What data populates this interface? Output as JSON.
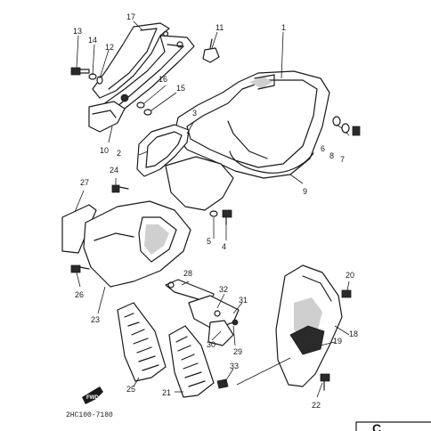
{
  "diagram": {
    "catalog_code": "2HC100-7180",
    "fwd_label": "FWD",
    "corner_mark": "C",
    "callouts": {
      "c1": "1",
      "c2": "2",
      "c3": "3",
      "c4": "4",
      "c5": "5",
      "c6": "6",
      "c7": "7",
      "c8": "8",
      "c9": "9",
      "c10": "10",
      "c11": "11",
      "c12": "12",
      "c13": "13",
      "c14": "14",
      "c15": "15",
      "c16": "16",
      "c17": "17",
      "c18": "18",
      "c19": "19",
      "c20": "20",
      "c21": "21",
      "c22": "22",
      "c23": "23",
      "c24": "24",
      "c25": "25",
      "c26": "26",
      "c27": "27",
      "c28": "28",
      "c29": "29",
      "c30": "30",
      "c31": "31",
      "c32": "32",
      "c33": "33"
    }
  }
}
